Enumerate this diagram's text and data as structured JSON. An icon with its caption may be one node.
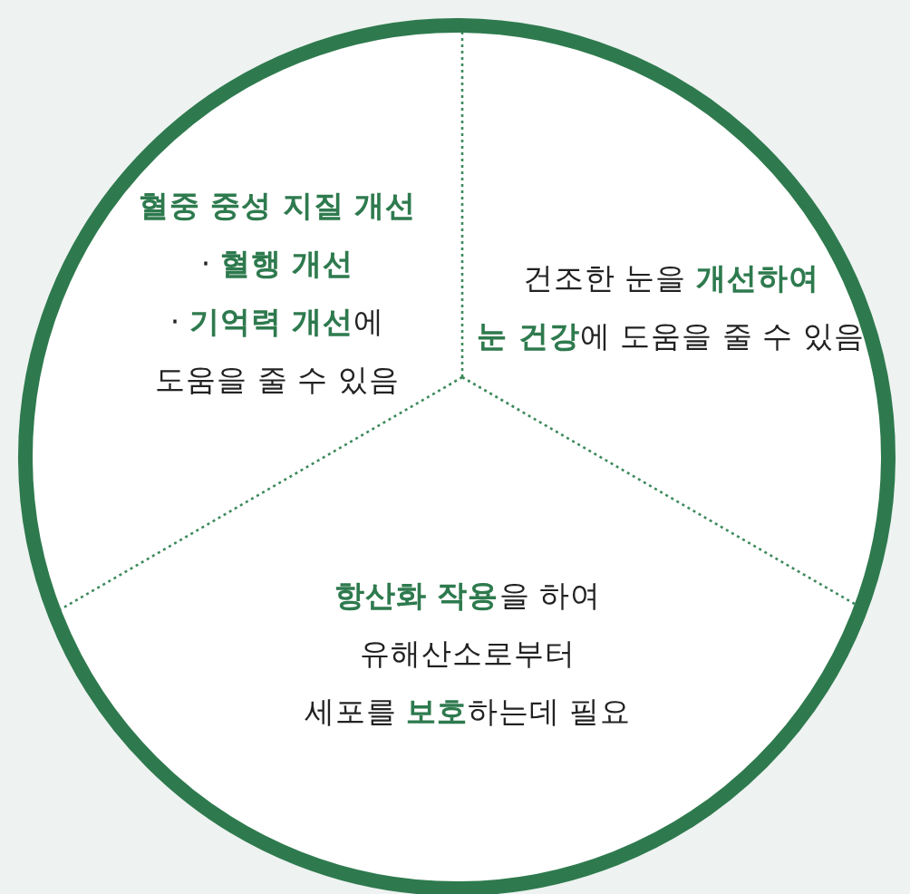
{
  "diagram": {
    "nodes": [
      {
        "text": [],
        "shape": "circle"
      },
      {
        "text": [
          "**혈중 중성 지질 개선**",
          "· **혈행 개선**",
          "· **기억력 개선**에",
          "도움을 줄 수 있음"
        ],
        "in": 0
      },
      {
        "text": [
          "건조한 눈을 **개선하여** **눈 건강**에 도움을 줄 수 있음"
        ],
        "in": 0
      },
      {
        "text": [
          "**항산화 작용**을 하여 유해산소로부터 세포를 **보호**하는데 필요"
        ],
        "in": 0
      }
    ]
  }
}
